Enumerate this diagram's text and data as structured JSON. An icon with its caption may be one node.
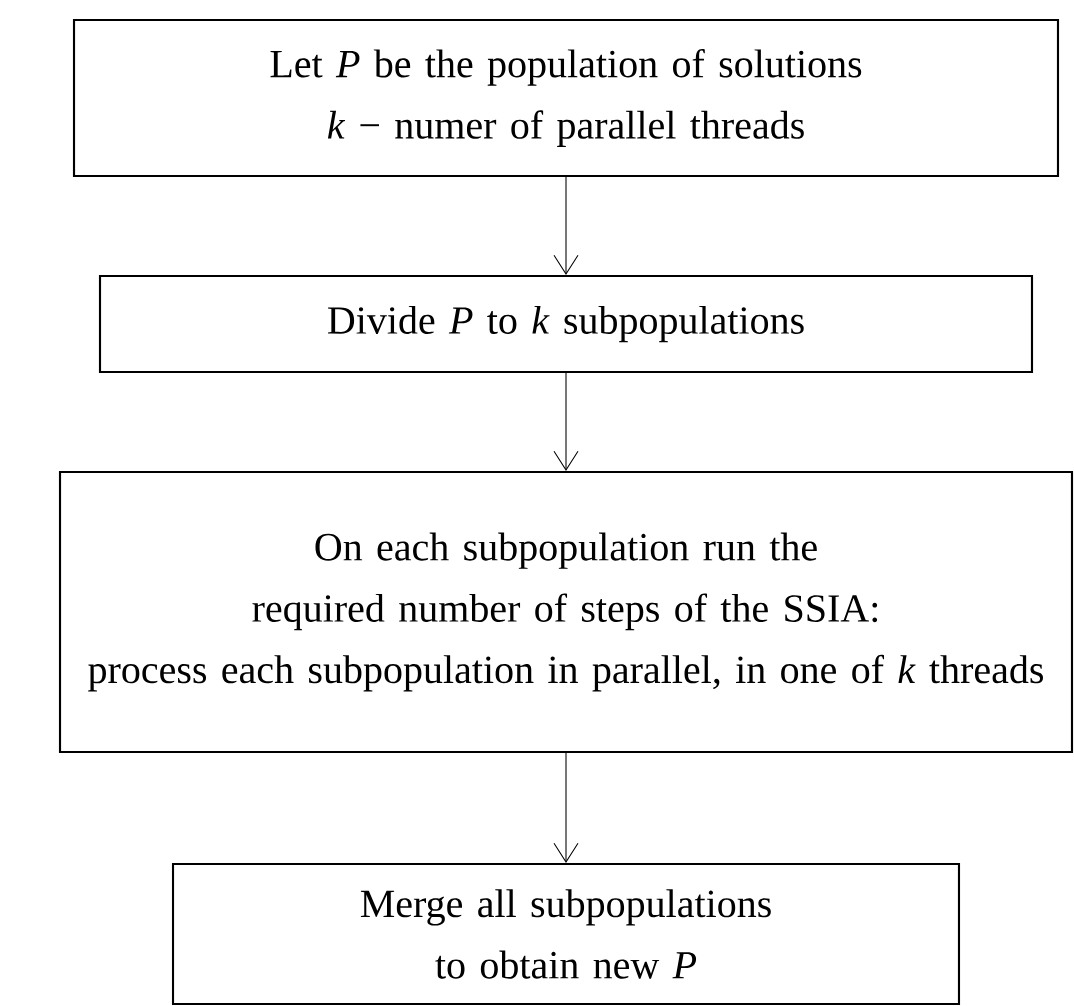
{
  "diagram": {
    "nodes": [
      {
        "text": [
          "Let *P* be the population of solutions",
          "*k* − numer of parallel threads"
        ]
      },
      {
        "text": [
          "Divide *P* to *k* subpopulations"
        ]
      },
      {
        "text": [
          "On each subpopulation run the required number of steps of the SSIA:",
          "process each subpopulation in parallel, in one of *k* threads"
        ]
      },
      {
        "text": [
          "Merge all subpopulations to obtain new *P*"
        ]
      }
    ],
    "edges": [
      {
        "from": 0,
        "to": 1,
        "arrow": "to"
      },
      {
        "from": 1,
        "to": 2,
        "arrow": "to"
      },
      {
        "from": 2,
        "to": 3,
        "arrow": "to"
      }
    ]
  }
}
